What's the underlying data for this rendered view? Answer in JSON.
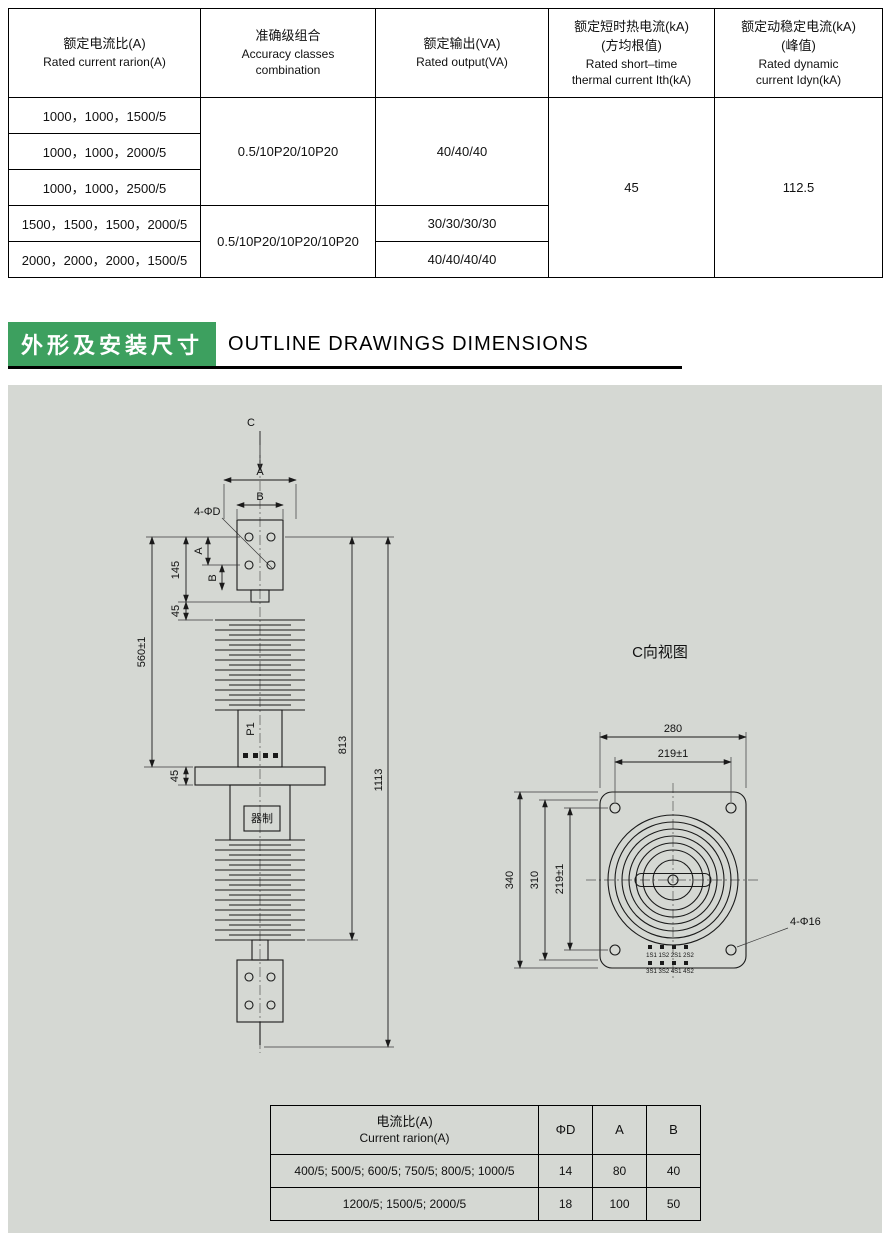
{
  "colors": {
    "accent_green": "#3da05f",
    "drawing_bg": "#d5d8d3"
  },
  "spec_table": {
    "headers": {
      "ratio_zh": "额定电流比(A)",
      "ratio_en": "Rated current rarion(A)",
      "accuracy_zh": "准确级组合",
      "accuracy_en1": "Accuracy classes",
      "accuracy_en2": "combination",
      "output_zh": "额定输出(VA)",
      "output_en": "Rated output(VA)",
      "thermal_zh": "额定短时热电流(kA)",
      "thermal_zh2": "(方均根值)",
      "thermal_en1": "Rated short–time",
      "thermal_en2": "thermal current Ith(kA)",
      "dynamic_zh": "额定动稳定电流(kA)",
      "dynamic_zh2": "(峰值)",
      "dynamic_en1": "Rated dynamic",
      "dynamic_en2": "current Idyn(kA)"
    },
    "ratios": [
      "1000，1000，1500/5",
      "1000，1000，2000/5",
      "1000，1000，2500/5",
      "1500，1500，1500，2000/5",
      "2000，2000，2000，1500/5"
    ],
    "accuracy_top": "0.5/10P20/10P20",
    "accuracy_bottom": "0.5/10P20/10P20/10P20",
    "output_top": "40/40/40",
    "output_row4": "30/30/30/30",
    "output_row5": "40/40/40/40",
    "thermal_value": "45",
    "dynamic_value": "112.5"
  },
  "section": {
    "zh": "外形及安装尺寸",
    "en": "OUTLINE  DRAWINGS  DIMENSIONS"
  },
  "drawing": {
    "side_view": {
      "c_label": "C",
      "dim_a": "A",
      "dim_b": "B",
      "hole_label": "4-ΦD",
      "dim_a_side": "A",
      "dim_b_side": "B",
      "dim_145": "145",
      "dim_45_top": "45",
      "dim_560": "560±1",
      "dim_45_flange": "45",
      "p1_label": "P1",
      "nameplate": "器制",
      "dim_813": "813",
      "dim_1113": "1113"
    },
    "c_view": {
      "title": "C向视图",
      "dim_280": "280",
      "dim_219_top": "219±1",
      "dim_340": "340",
      "dim_310": "310",
      "dim_219_left": "219±1",
      "hole_label": "4-Φ16",
      "terminals_row1": "1S1 1S2 2S1 2S2",
      "terminals_row2": "3S1 3S2 4S1 4S2"
    }
  },
  "dims_table": {
    "header": {
      "zh": "电流比(A)",
      "en": "Current rarion(A)",
      "d": "ΦD",
      "a": "A",
      "b": "B"
    },
    "rows": [
      {
        "ratio": "400/5; 500/5; 600/5; 750/5; 800/5; 1000/5",
        "d": "14",
        "a": "80",
        "b": "40"
      },
      {
        "ratio": "1200/5; 1500/5; 2000/5",
        "d": "18",
        "a": "100",
        "b": "50"
      }
    ]
  }
}
